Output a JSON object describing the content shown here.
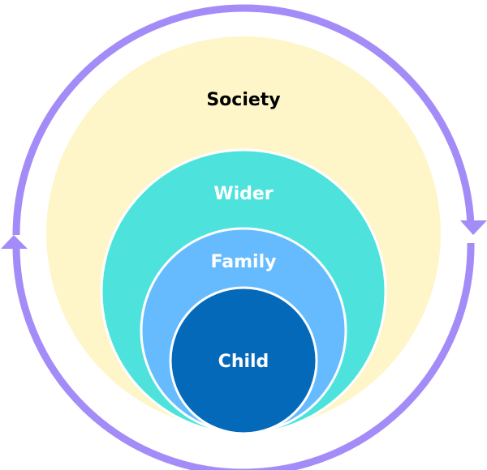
{
  "labels": {
    "society": "Society",
    "wider": "Wider",
    "family": "Family",
    "child": "Child"
  },
  "colors": {
    "ring": "#a48cf8",
    "society": "#fef6c8",
    "wider": "#4de3dc",
    "family": "#66bbff",
    "child": "#0569b9",
    "society_text": "#000000",
    "inner_text": "#ffffff"
  }
}
